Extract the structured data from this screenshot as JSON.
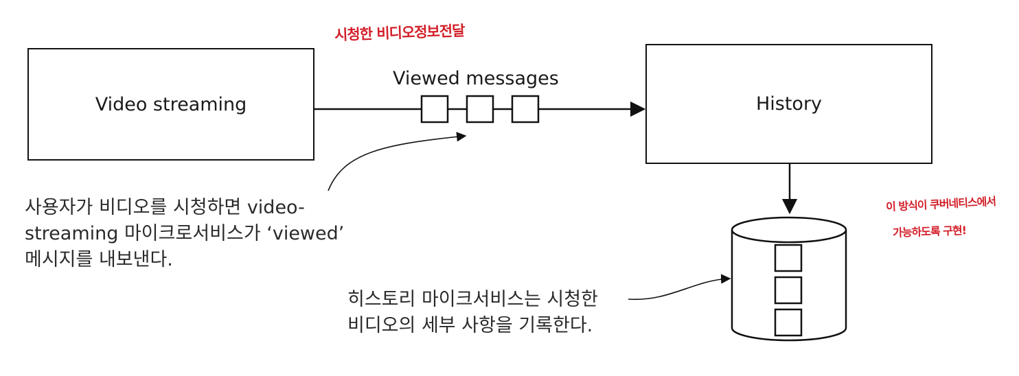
{
  "services": {
    "video_streaming": "Video streaming",
    "history": "History"
  },
  "channel_label": "Viewed messages",
  "notes": {
    "producer": "사용자가 비디오를 시청하면 video-\nstreaming 마이크로서비스가 ‘viewed’\n메시지를 내보낸다.",
    "consumer": "히스토리 마이크서비스는 시청한\n비디오의 세부 사항을 기록한다."
  },
  "handwritten": {
    "top": "시청한 비디오정보전달",
    "right_line1": "이 방식이 쿠버네티스에서",
    "right_line2": "가능하도록 구현!"
  },
  "colors": {
    "ink": "#111111",
    "handwriting": "#d3202a"
  }
}
